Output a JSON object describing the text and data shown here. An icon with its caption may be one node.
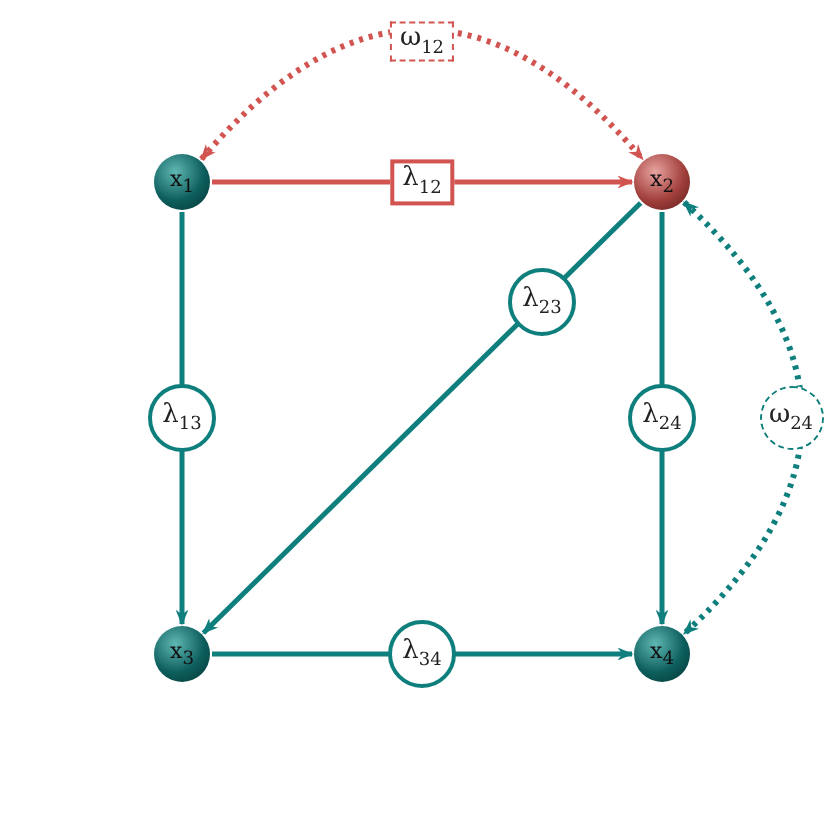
{
  "diagram": {
    "nodes": [
      {
        "text": [
          "x$_{1}$"
        ]
      },
      {
        "text": [
          "x$_{2}$"
        ]
      },
      {
        "text": [
          "x$_{3}$"
        ]
      },
      {
        "text": [
          "x$_{4}$"
        ]
      }
    ],
    "edges": [
      {
        "from": 0,
        "to": 1,
        "arrow": "to",
        "label": "λ$_{12}$",
        "color": "#d25450"
      },
      {
        "from": 0,
        "to": 1,
        "arrow": "both",
        "label": "ω$_{12}$",
        "style": "dashed",
        "color": "#d25450"
      },
      {
        "from": 0,
        "to": 2,
        "arrow": "to",
        "label": "λ$_{13}$"
      },
      {
        "from": 1,
        "to": 2,
        "arrow": "to",
        "label": "λ$_{23}$"
      },
      {
        "from": 1,
        "to": 3,
        "arrow": "to",
        "label": "λ$_{24}$"
      },
      {
        "from": 1,
        "to": 3,
        "arrow": "both",
        "label": "ω$_{24}$",
        "style": "dashed"
      },
      {
        "from": 2,
        "to": 3,
        "arrow": "to",
        "label": "λ$_{34}$"
      }
    ]
  }
}
